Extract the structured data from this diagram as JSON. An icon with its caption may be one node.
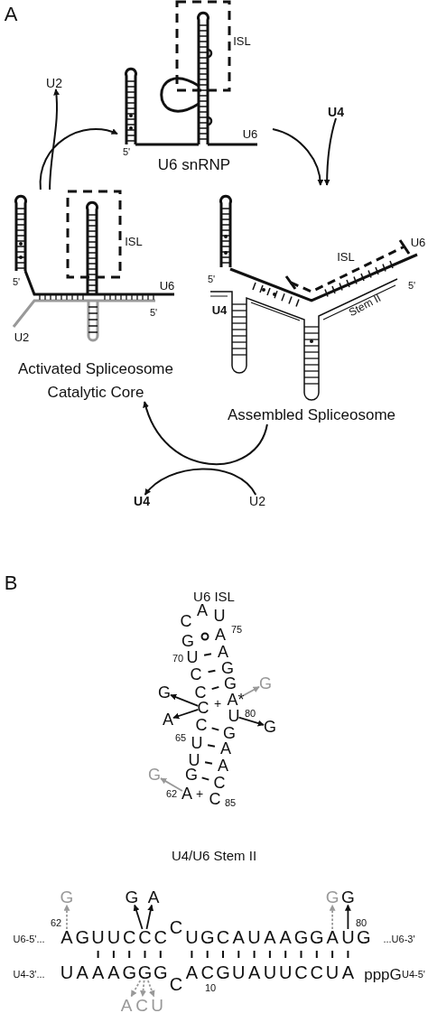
{
  "diagram": {
    "nodes": [
      {
        "text": [
          "U6 snRNP"
        ]
      },
      {
        "text": [
          "Assembled Spliceosome"
        ]
      },
      {
        "text": [
          "Activated Spliceosome Catalytic Core"
        ]
      },
      {
        "text": [
          "U2"
        ]
      },
      {
        "text": [
          "U4"
        ]
      },
      {
        "text": [
          "U4"
        ]
      },
      {
        "text": [
          "U2"
        ]
      },
      {
        "text": [
          "G"
        ]
      },
      {
        "text": [
          "A*"
        ]
      },
      {
        "text": [
          "G"
        ]
      },
      {
        "text": [
          "C"
        ]
      },
      {
        "text": [
          "A"
        ]
      },
      {
        "text": [
          "U"
        ]
      },
      {
        "text": [
          "G"
        ]
      },
      {
        "text": [
          "G"
        ]
      },
      {
        "text": [
          "A"
        ]
      },
      {
        "text": [
          "G"
        ]
      },
      {
        "text": [
          "G"
        ]
      },
      {
        "text": [
          "A"
        ]
      },
      {
        "text": [
          "G"
        ]
      },
      {
        "text": [
          "G"
        ]
      },
      {
        "text": [
          "A"
        ]
      },
      {
        "text": [
          "C"
        ]
      },
      {
        "text": [
          "A"
        ]
      },
      {
        "text": [
          "U"
        ]
      },
      {
        "text": [
          "G"
        ]
      },
      {
        "text": [
          "A"
        ]
      },
      {
        "text": [
          "C"
        ]
      },
      {
        "text": [
          "U"
        ]
      }
    ],
    "edges": [
      {
        "from": 0,
        "to": 1,
        "arrow": "to"
      },
      {
        "from": 4,
        "to": 1,
        "arrow": "to"
      },
      {
        "from": 1,
        "to": 2,
        "arrow": "to"
      },
      {
        "from": 6,
        "to": 5,
        "arrow": "to"
      },
      {
        "from": 2,
        "to": 0,
        "arrow": "to"
      },
      {
        "from": 2,
        "to": 3,
        "arrow": "to"
      },
      {
        "from": 10,
        "to": 7,
        "arrow": "to"
      },
      {
        "from": 10,
        "to": 11,
        "arrow": "to"
      },
      {
        "from": 8,
        "to": 9,
        "arrow": "to",
        "color": "#999999"
      },
      {
        "from": 12,
        "to": 13,
        "arrow": "to"
      },
      {
        "from": 15,
        "to": 14,
        "arrow": "to",
        "color": "#999999"
      },
      {
        "from": 21,
        "to": 16,
        "arrow": "to",
        "style": "dashed",
        "color": "#999999"
      },
      {
        "from": 22,
        "to": 17,
        "arrow": "to"
      },
      {
        "from": 22,
        "to": 18,
        "arrow": "to"
      },
      {
        "from": 23,
        "to": 19,
        "arrow": "to",
        "style": "dashed",
        "color": "#999999"
      },
      {
        "from": 24,
        "to": 20,
        "arrow": "to"
      },
      {
        "from": 25,
        "to": 26,
        "arrow": "to",
        "style": "dashed",
        "color": "#999999"
      },
      {
        "from": 25,
        "to": 27,
        "arrow": "to",
        "style": "dashed",
        "color": "#999999"
      },
      {
        "from": 25,
        "to": 28,
        "arrow": "to",
        "style": "dashed",
        "color": "#999999"
      }
    ],
    "labels": [
      "A",
      "ISL",
      "U6",
      "5'",
      "ISL",
      "5'",
      "U6",
      "5'",
      "U2",
      "ISL",
      "U6",
      "5'",
      "5'",
      "U4",
      "Stem II",
      "B",
      "U6 ISL",
      "C",
      "A",
      "U",
      "G",
      "A",
      "75",
      "70",
      "U",
      "A",
      "C",
      "G",
      "C",
      "G",
      "+",
      "80",
      "C",
      "G",
      "65",
      "U",
      "A",
      "U",
      "A",
      "G",
      "C",
      "62",
      "+",
      "C",
      "85",
      "U4/U6 Stem II",
      "62",
      "80",
      "U6-5'...",
      "GUUC",
      "C",
      "C",
      "UGCAUAAGG",
      "G",
      "...U6-3'",
      "U4-3'...",
      "UAAAG",
      "G",
      "C",
      "ACGUAUUCCUA",
      "pppG",
      "U4-5'",
      "10"
    ]
  }
}
